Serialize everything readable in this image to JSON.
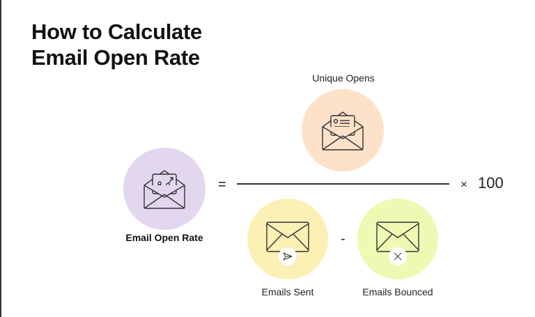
{
  "title": {
    "line1": "How to Calculate",
    "line2": "Email Open Rate"
  },
  "formula": {
    "result": {
      "label": "Email Open Rate",
      "icon": "open-envelope-chart-icon",
      "color": "#e3d6ef"
    },
    "equals": "=",
    "numerator": {
      "label": "Unique Opens",
      "icon": "open-envelope-letter-icon",
      "color": "#fde1c8"
    },
    "denominator": [
      {
        "label": "Emails Sent",
        "icon": "envelope-send-icon",
        "color": "#fcf0b4"
      },
      {
        "label": "Emails Bounced",
        "icon": "envelope-x-icon",
        "color": "#eef9b4"
      }
    ],
    "minus": "-",
    "multiplier_symbol": "×",
    "multiplier_value": "100"
  },
  "colors": {
    "stroke": "#333333",
    "text": "#111111",
    "border": "#333333"
  }
}
